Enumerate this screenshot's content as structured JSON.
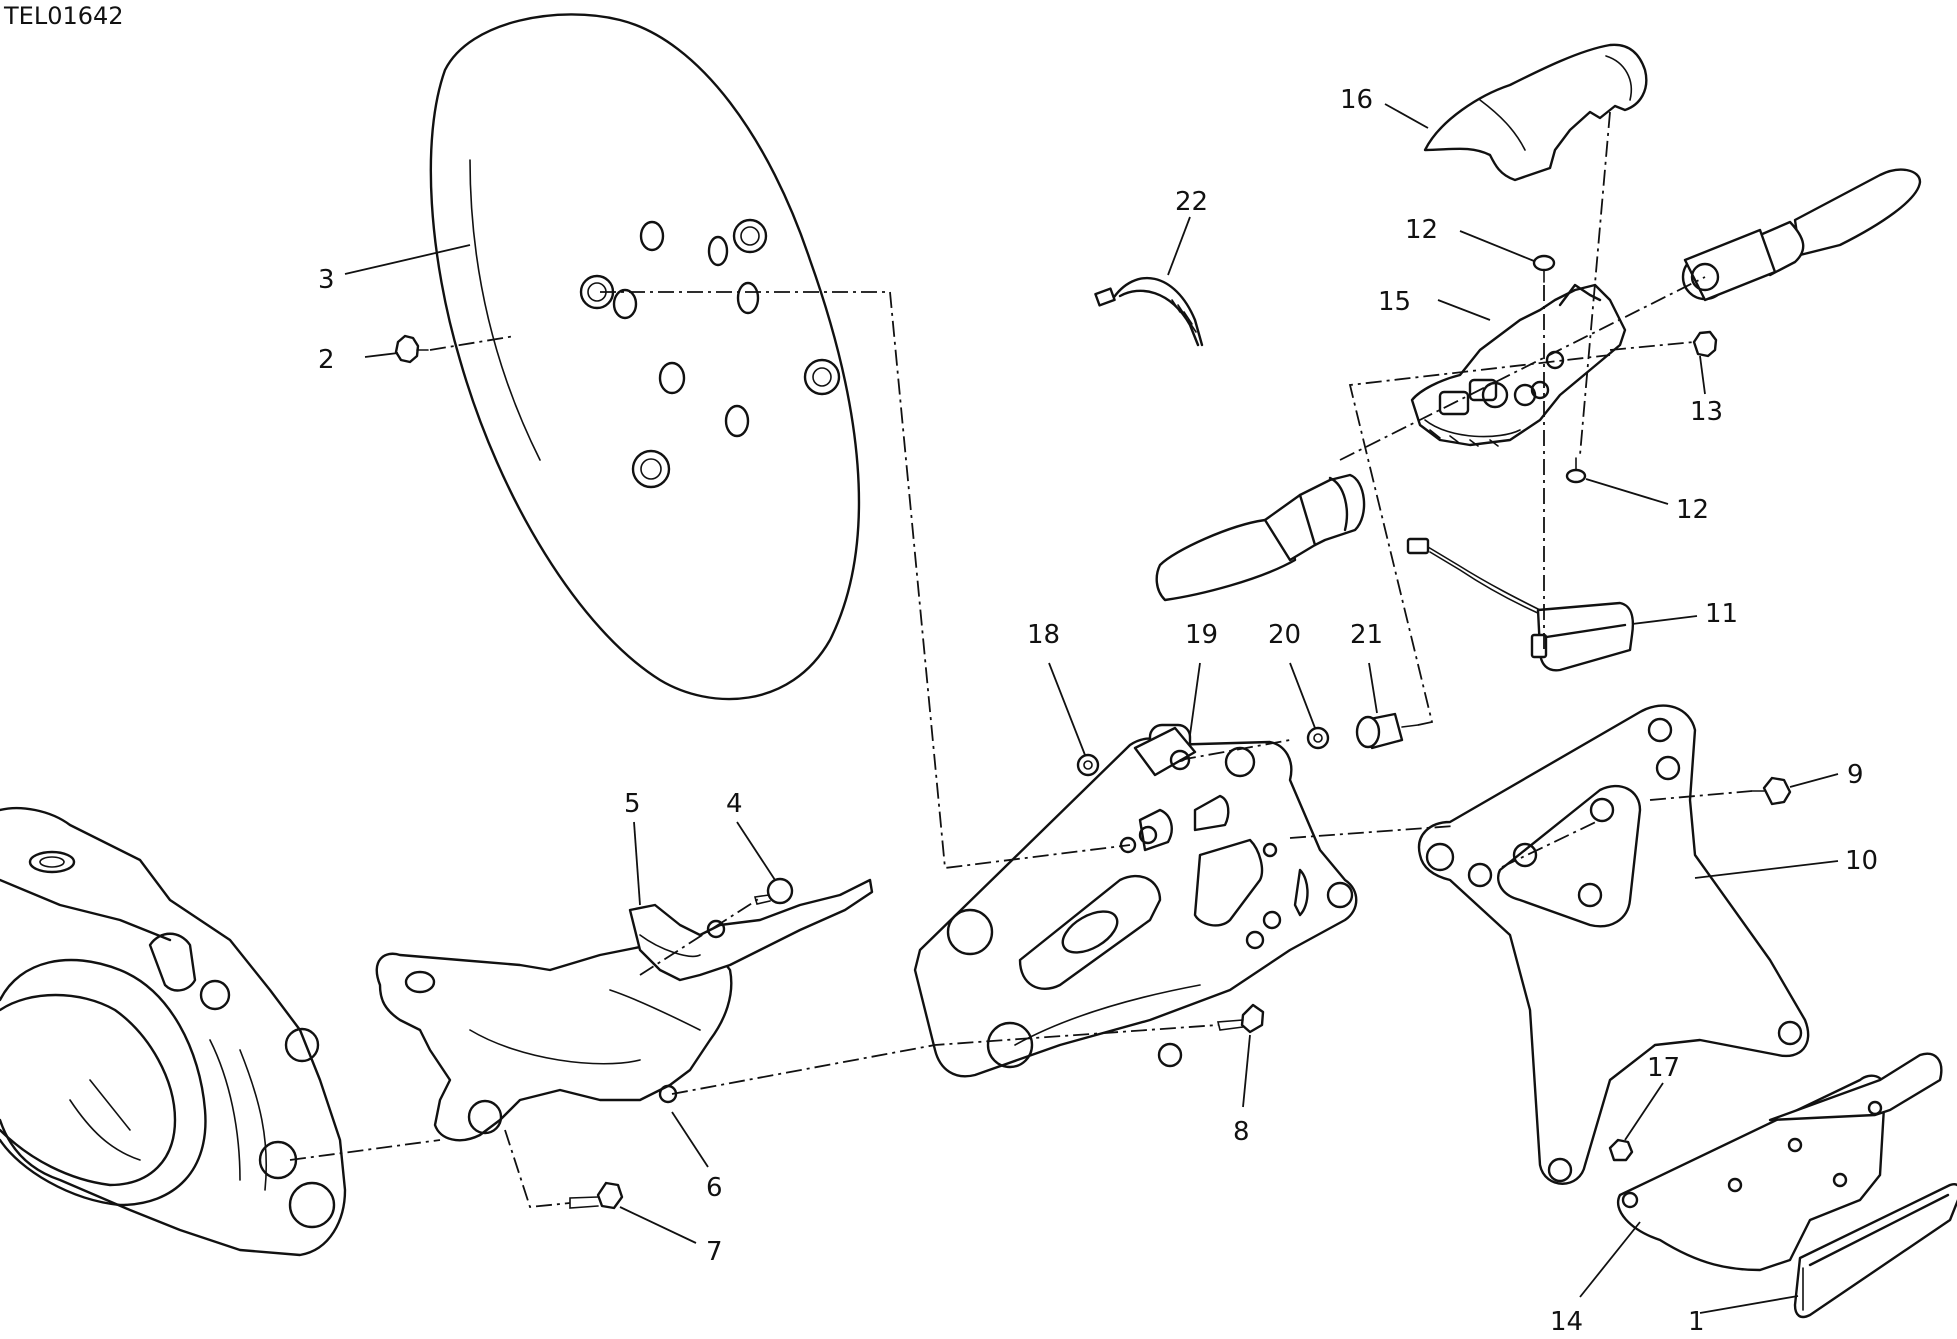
{
  "drawing_code": "TEL01642",
  "callouts": [
    {
      "id": "c1",
      "text": "1"
    },
    {
      "id": "c2",
      "text": "2"
    },
    {
      "id": "c3",
      "text": "3"
    },
    {
      "id": "c4",
      "text": "4"
    },
    {
      "id": "c5",
      "text": "5"
    },
    {
      "id": "c6",
      "text": "6"
    },
    {
      "id": "c7",
      "text": "7"
    },
    {
      "id": "c8",
      "text": "8"
    },
    {
      "id": "c9",
      "text": "9"
    },
    {
      "id": "c10",
      "text": "10"
    },
    {
      "id": "c11",
      "text": "11"
    },
    {
      "id": "c12a",
      "text": "12"
    },
    {
      "id": "c12b",
      "text": "12"
    },
    {
      "id": "c13",
      "text": "13"
    },
    {
      "id": "c14",
      "text": "14"
    },
    {
      "id": "c15",
      "text": "15"
    },
    {
      "id": "c16",
      "text": "16"
    },
    {
      "id": "c17",
      "text": "17"
    },
    {
      "id": "c18",
      "text": "18"
    },
    {
      "id": "c19",
      "text": "19"
    },
    {
      "id": "c20",
      "text": "20"
    },
    {
      "id": "c21",
      "text": "21"
    },
    {
      "id": "c22",
      "text": "22"
    }
  ],
  "colors": {
    "line": "#111111",
    "background": "#ffffff"
  }
}
